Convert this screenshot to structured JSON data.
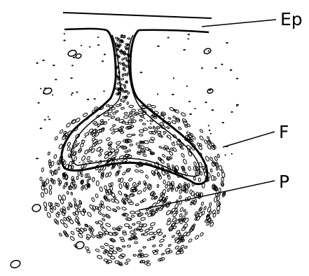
{
  "labels": {
    "epidermis": "Ep",
    "follicle": "F",
    "papilla": "P"
  },
  "colors": {
    "ink": "#000000",
    "paper": "#ffffff"
  }
}
